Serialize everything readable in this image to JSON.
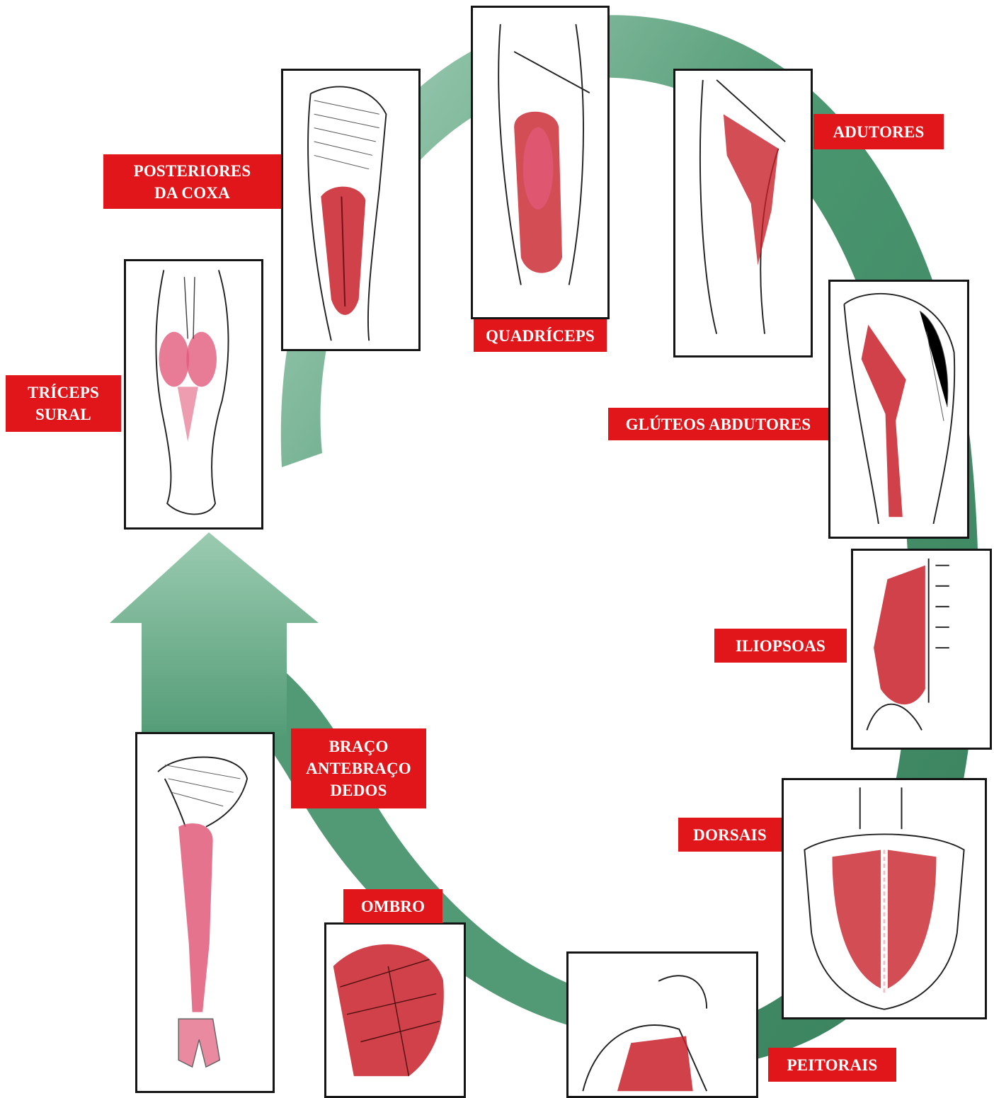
{
  "colors": {
    "arrow_green": "#3f8f66",
    "arrow_light": "#cfe6da",
    "label_red": "#e1161b",
    "label_text": "#ffffff",
    "muscle_red": "#c8202a",
    "muscle_pink": "#e25a7a",
    "frame": "#151515"
  },
  "labels": {
    "triceps_sural": [
      "TRÍCEPS",
      "SURAL"
    ],
    "posteriores_coxa": [
      "POSTERIORES",
      "DA COXA"
    ],
    "quadriceps": [
      "QUADRÍCEPS"
    ],
    "adutores": [
      "ADUTORES"
    ],
    "gluteos_abdutores": [
      "GLÚTEOS ABDUTORES"
    ],
    "iliopsoas": [
      "ILIOPSOAS"
    ],
    "dorsais": [
      "DORSAIS"
    ],
    "peitorais": [
      "PEITORAIS"
    ],
    "ombro": [
      "OMBRO"
    ],
    "braco": [
      "BRAÇO",
      "ANTEBRAÇO",
      "DEDOS"
    ]
  },
  "icons": {
    "cycle": "curved-green-arrow",
    "panels": "muscle-anatomy-illustration"
  }
}
